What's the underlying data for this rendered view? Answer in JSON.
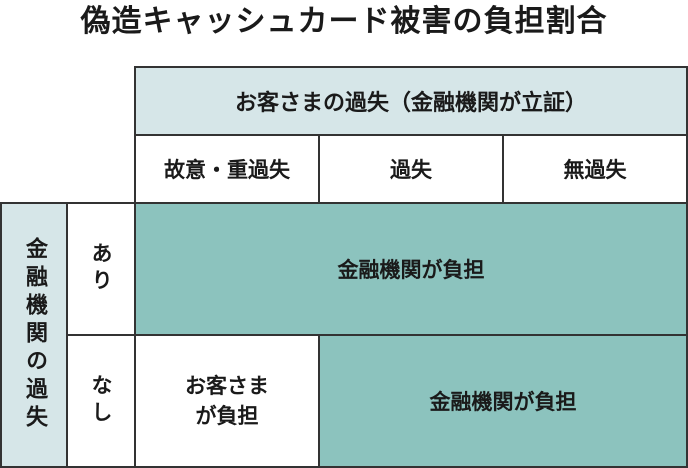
{
  "title": "偽造キャッシュカード被害の負担割合",
  "header": {
    "group_label": "お客さまの過失（金融機関が立証）",
    "columns": [
      "故意・重過失",
      "過失",
      "無過失"
    ]
  },
  "row_axis": {
    "label": "金融機関の過失"
  },
  "rows": [
    {
      "label": "あり",
      "result": "金融機関が負担"
    },
    {
      "label": "なし",
      "result_customer_line1": "お客さま",
      "result_customer_line2": "が負担",
      "result_bank": "金融機関が負担"
    }
  ],
  "colors": {
    "header_fill": "#d6e6e8",
    "bank_fill": "#8cc3be",
    "border": "#333333"
  }
}
